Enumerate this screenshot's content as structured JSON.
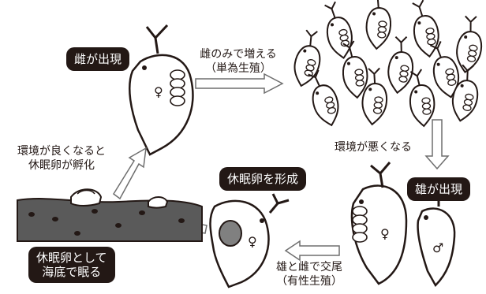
{
  "labels": {
    "female_appears": "雌が出現",
    "parthenogenesis_line1": "雌のみで増える",
    "parthenogenesis_line2": "（単為生殖）",
    "env_worse": "環境が悪くなる",
    "male_appears": "雄が出現",
    "mating_line1": "雄と雌で交尾",
    "mating_line2": "（有性生殖）",
    "form_resting_egg": "休眠卵を形成",
    "sleep_line1": "休眠卵として",
    "sleep_line2": "海底で眠る",
    "env_better_line1": "環境が良くなると",
    "env_better_line2": "休眠卵が孵化",
    "female_symbol": "♀",
    "male_symbol": "♂"
  },
  "colors": {
    "ink": "#231815",
    "arrow_outline": "#6e6e6e",
    "sediment": "#5a5a5a",
    "resting_egg": "#808080"
  }
}
